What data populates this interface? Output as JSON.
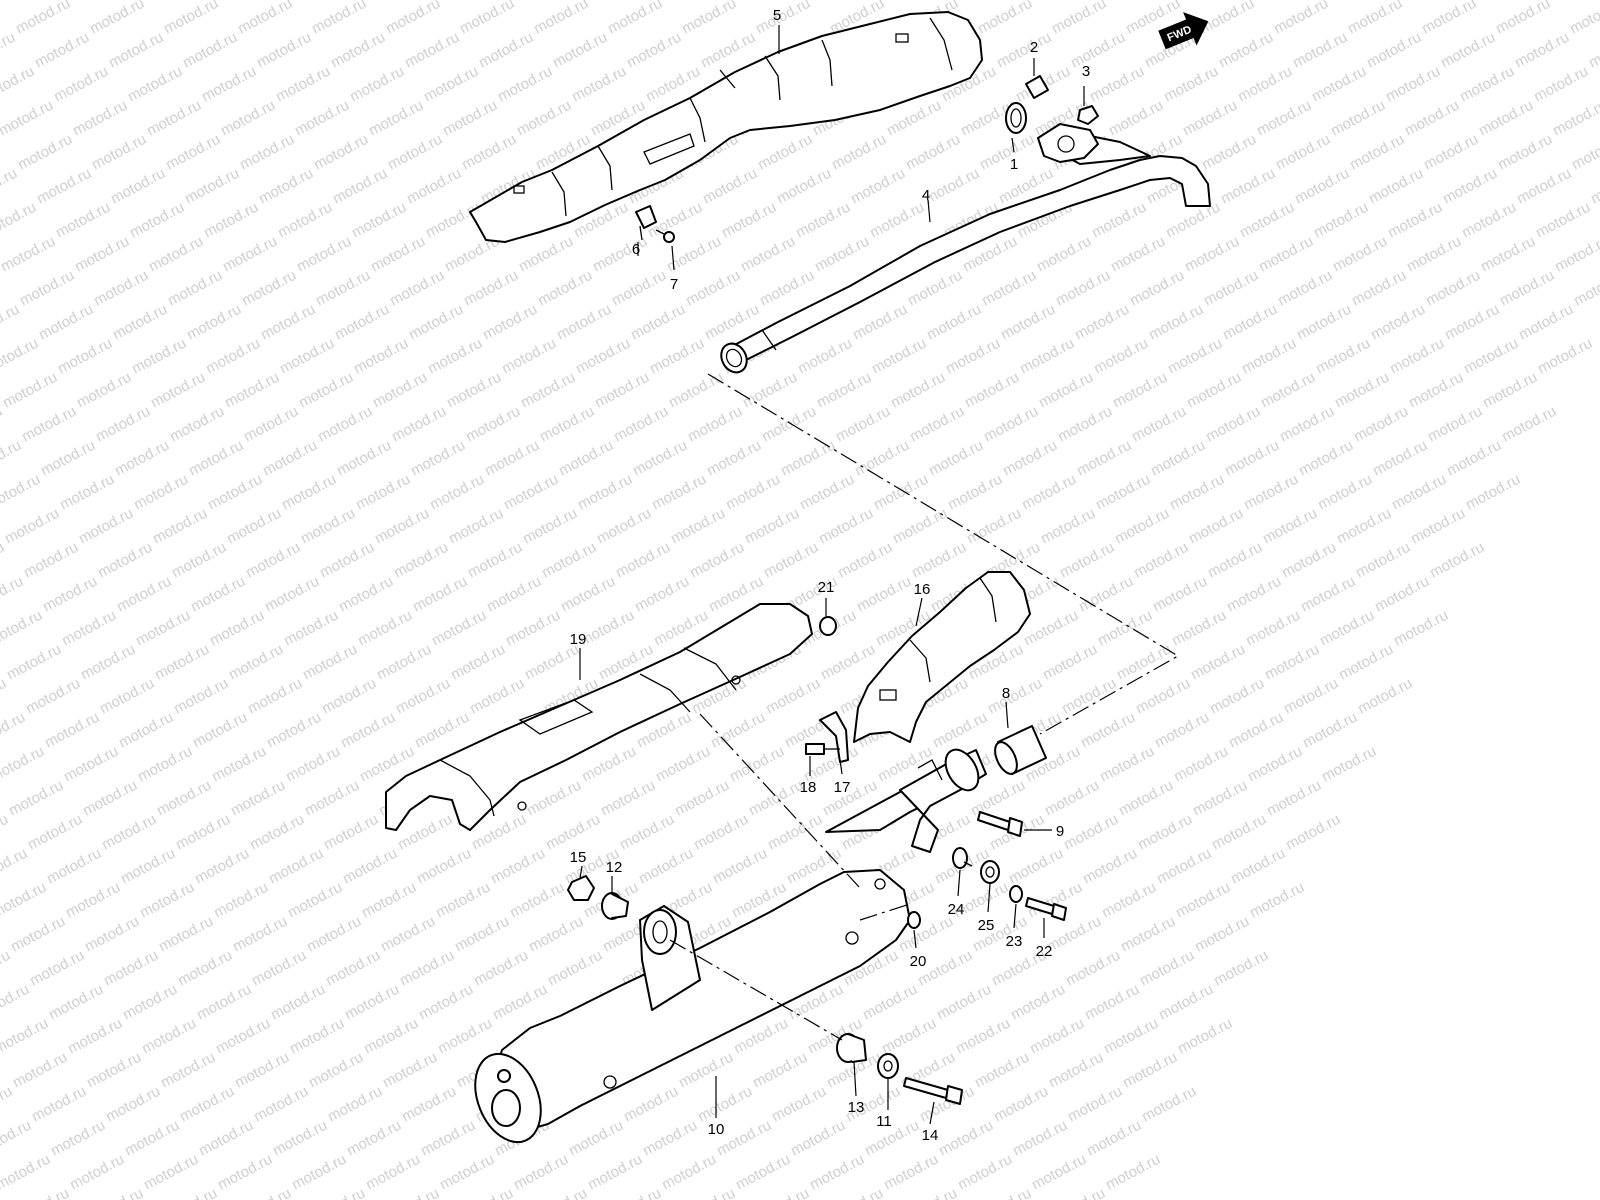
{
  "diagram": {
    "watermark": "motod.ru",
    "direction_label": "FWD",
    "callouts": [
      "1",
      "2",
      "3",
      "4",
      "5",
      "6",
      "7",
      "8",
      "9",
      "10",
      "11",
      "12",
      "13",
      "14",
      "15",
      "16",
      "17",
      "18",
      "19",
      "20",
      "21",
      "22",
      "23",
      "24",
      "25"
    ]
  }
}
